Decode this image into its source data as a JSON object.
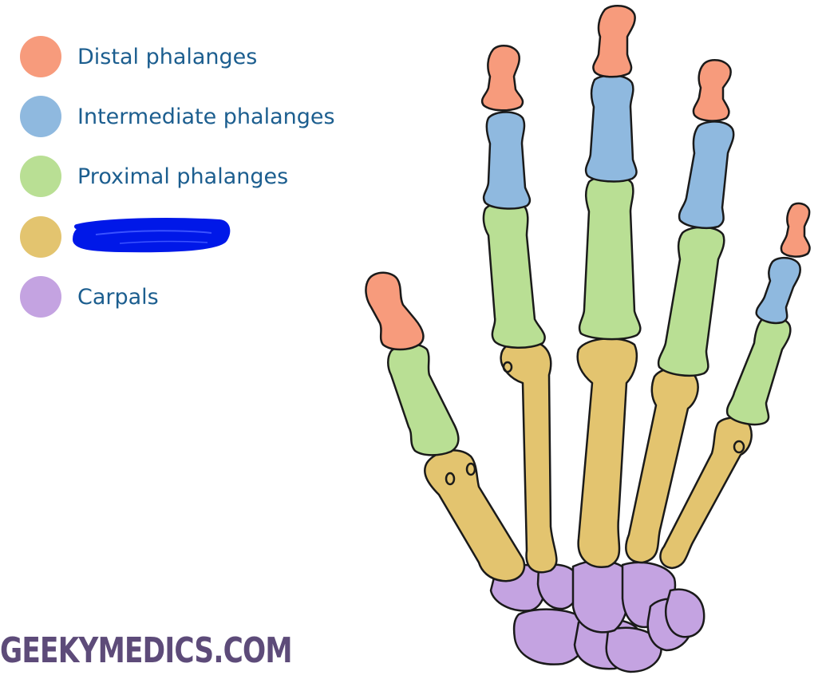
{
  "legend": [
    {
      "label": "Distal phalanges",
      "color": "#f79b7c",
      "bone": "distal"
    },
    {
      "label": "Intermediate phalanges",
      "color": "#8fb9df",
      "bone": "intermediate"
    },
    {
      "label": "Proximal phalanges",
      "color": "#b9df94",
      "bone": "proximal"
    },
    {
      "label": "",
      "color": "#e3c46f",
      "bone": "metacarpal"
    },
    {
      "label": "Carpals",
      "color": "#c4a3e1",
      "bone": "carpal"
    }
  ],
  "scribble_color": "#0018e8",
  "brand": "GEEKYMEDICS.COM"
}
